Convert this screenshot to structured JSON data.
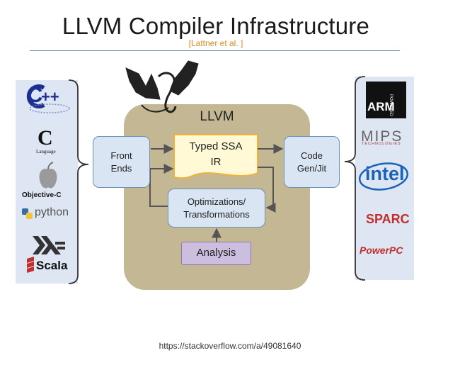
{
  "title": "LLVM Compiler Infrastructure",
  "citation": "[Lattner et al. ]",
  "llvm_label": "LLVM",
  "nodes": {
    "front_ends": "Front\nEnds",
    "typed_ssa": "Typed SSA\nIR",
    "code_gen": "Code\nGen/Jit",
    "optimizations": "Optimizations/\nTransformations",
    "analysis": "Analysis"
  },
  "frontends": {
    "cpp": "C++",
    "c": "C",
    "c_caption": "Language",
    "objc": "Objective-C",
    "python": "python",
    "scala": "Scala"
  },
  "backends": {
    "arm": "ARM",
    "arm_tag": "POWERED",
    "mips": "MIPS",
    "mips_tag": "TECHNOLOGIES",
    "intel": "intel",
    "sparc": "SPARC",
    "powerpc": "PowerPC"
  },
  "colors": {
    "llvm_box": "#c4b894",
    "node_fill": "#d9e5f2",
    "analysis_fill": "#ccbedf",
    "ssa_fill": "#fff9d6",
    "ssa_border": "#f0b23a",
    "panel": "#dde6f2",
    "accent_orange": "#d98a24"
  },
  "footer": "https://stackoverflow.com/a/49081640"
}
